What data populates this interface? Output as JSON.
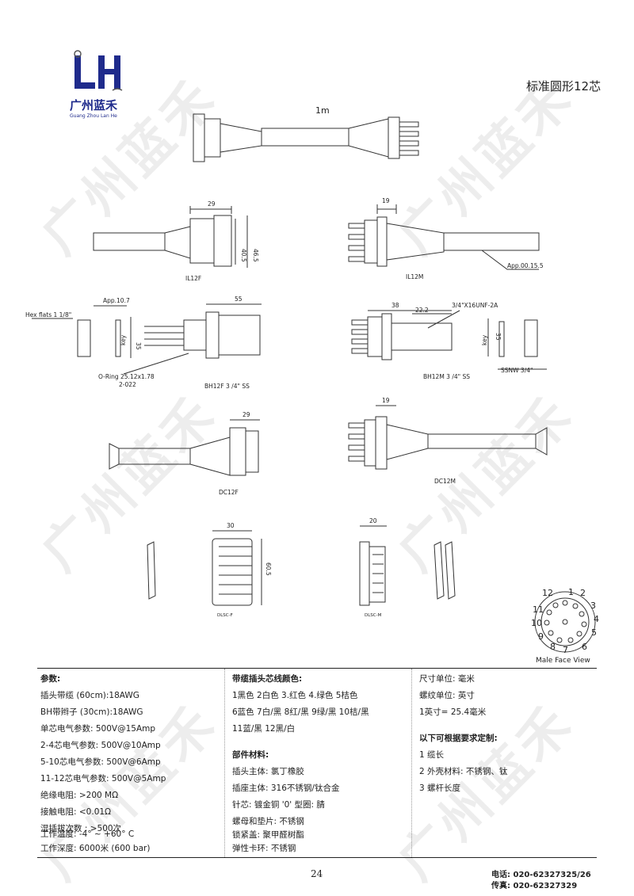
{
  "logo": {
    "letters": "LH",
    "cn": "广州蓝禾",
    "en": "Guang Zhou Lan He"
  },
  "watermark": "广州蓝禾",
  "title": "标准圆形12芯",
  "labels": {
    "length": "1m",
    "il12f": "IL12F",
    "il12f_d1": "29",
    "il12f_d2": "40.5",
    "il12f_d3": "46.5",
    "il12m": "IL12M",
    "il12m_d1": "19",
    "il12m_app": "App.00.15.5",
    "hex": "Hex flats 1 1/8\"",
    "app107": "App.10.7",
    "bh12f_d55": "55",
    "bh12f_d35": "35",
    "bh12f_key": "key",
    "oring1": "O-Ring 25.12x1.78",
    "oring2": "2-022",
    "bh12f": "BH12F 3 /4\" SS",
    "bh12m_d38": "38",
    "bh12m_d222": "22.2",
    "bh12m_thread": "3/4\"X16UNF-2A",
    "bh12m_d35": "35",
    "bh12m_key": "key",
    "bh12m": "BH12M 3 /4\" SS",
    "ssnw": "SSNW 3/4\"",
    "dc12f_d29": "29",
    "dc12f": "DC12F",
    "dc12m_d19": "19",
    "dc12m": "DC12M",
    "dlscf_d30": "30",
    "dlscf_d605": "60.5",
    "dlscf": "DLSC-F",
    "dlscm_d20": "20",
    "dlscm": "DLSC-M",
    "male_face": "Male Face View"
  },
  "pins": [
    "1",
    "2",
    "3",
    "4",
    "5",
    "6",
    "7",
    "8",
    "9",
    "10",
    "11",
    "12"
  ],
  "table": {
    "col1_header": "参数:",
    "col1": [
      "插头带缆 (60cm):18AWG",
      "BH带辫子 (30cm):18AWG",
      "单芯电气参数: 500V@15Amp",
      "2-4芯电气参数: 500V@10Amp",
      "5-10芯电气参数: 500V@6Amp",
      "11-12芯电气参数: 500V@5Amp",
      "绝缘电阻: >200 MΩ",
      "接触电阻: <0.01Ω",
      "湿插拔次数 : >500次",
      "工作温度: -4° ~ +60° C",
      "工作深度: 6000米 (600 bar)"
    ],
    "col2_header": "带缆插头芯线颜色:",
    "col2_colors": [
      "1黑色 2白色 3.红色 4.绿色 5桔色",
      "6蓝色 7白/黑 8红/黑 9绿/黑 10桔/黑",
      "11蓝/黑 12黑/白"
    ],
    "col2_header2": "部件材料:",
    "col2_parts": [
      "插头主体: 氯丁橡胶",
      "插座主体: 316不锈钢/钛合金",
      "针芯: 镀金铜        '0' 型圈: 腈",
      "螺母和垫片: 不锈钢",
      "锁紧盖: 聚甲醛树酯",
      "弹性卡环: 不锈钢"
    ],
    "col3": [
      "尺寸单位: 毫米",
      "螺纹单位: 英寸",
      "1英寸= 25.4毫米"
    ],
    "col3_header": "以下可根据要求定制:",
    "col3_custom": [
      "1  缆长",
      "2  外壳材料: 不锈钢、钛",
      "3  螺杆长度"
    ]
  },
  "page_number": "24",
  "contact": {
    "phone": "电话: 020-62327325/26",
    "fax": "传真: 020-62327329"
  }
}
